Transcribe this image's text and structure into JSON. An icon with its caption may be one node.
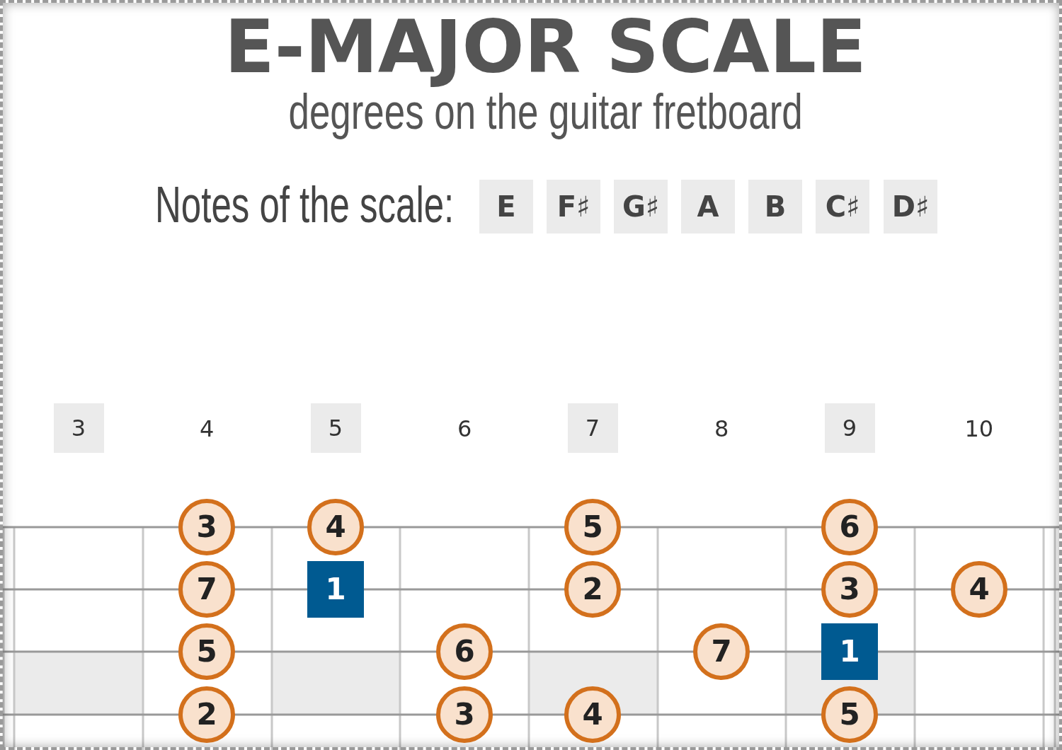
{
  "diagram": {
    "title": "E-MAJOR SCALE",
    "nodes": [
      {
        "text": [
          "E"
        ]
      },
      {
        "text": [
          "F♯"
        ]
      },
      {
        "text": [
          "G♯"
        ]
      },
      {
        "text": [
          "A"
        ]
      },
      {
        "text": [
          "B"
        ]
      },
      {
        "text": [
          "C♯"
        ]
      },
      {
        "text": [
          "D♯"
        ]
      },
      {
        "text": [
          "3"
        ]
      },
      {
        "text": [
          "5"
        ]
      },
      {
        "text": [
          "7"
        ]
      },
      {
        "text": [
          "9"
        ]
      },
      {
        "text": [
          "3"
        ]
      },
      {
        "text": [
          "4"
        ]
      },
      {
        "text": [
          "5"
        ]
      },
      {
        "text": [
          "6"
        ]
      },
      {
        "text": [
          "7"
        ]
      },
      {
        "text": [
          "1"
        ]
      },
      {
        "text": [
          "2"
        ]
      },
      {
        "text": [
          "3"
        ]
      },
      {
        "text": [
          "4"
        ]
      },
      {
        "text": [
          "5"
        ]
      },
      {
        "text": [
          "6"
        ]
      },
      {
        "text": [
          "7"
        ]
      },
      {
        "text": [
          "1"
        ]
      },
      {
        "text": [
          "2"
        ]
      },
      {
        "text": [
          "3"
        ]
      },
      {
        "text": [
          "4"
        ]
      },
      {
        "text": [
          "5"
        ]
      }
    ],
    "labels": [
      "degrees on the guitar fretboard",
      "Notes of the scale:",
      "4",
      "6",
      "8",
      "10"
    ]
  }
}
